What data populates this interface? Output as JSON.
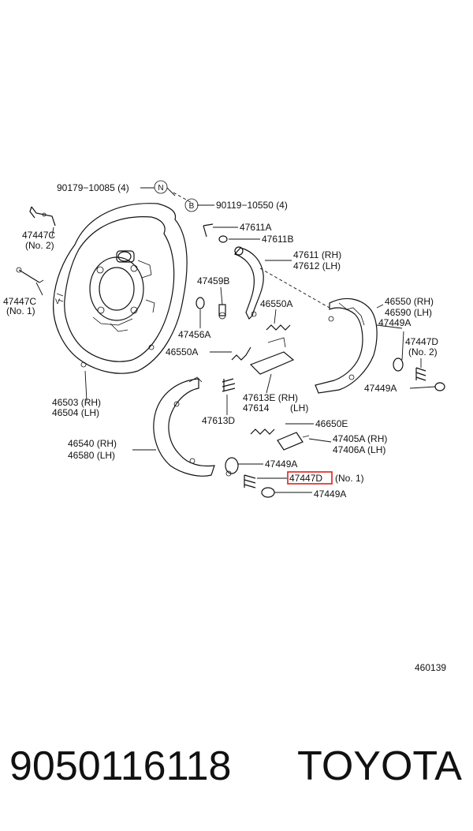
{
  "diagram": {
    "labels": {
      "bolt_90179": "90179−10085 (4)",
      "circle_N": "N",
      "circle_B": "B",
      "bolt_90119": "90119−10550 (4)",
      "l_47447C_no2": "47447C",
      "l_47447C_no2_sub": "(No. 2)",
      "l_47447C_no1": "47447C",
      "l_47447C_no1_sub": "(No. 1)",
      "l_47611A": "47611A",
      "l_47611B": "47611B",
      "l_47611": "47611 (RH)",
      "l_47612": "47612 (LH)",
      "l_47459B": "47459B",
      "l_46550A_1": "46550A",
      "l_47456A": "47456A",
      "l_46550A_2": "46550A",
      "l_46550": "46550 (RH)",
      "l_46590": "46590 (LH)",
      "l_47449A_1": "47449A",
      "l_47447D_no2": "47447D",
      "l_47447D_no2_sub": "(No. 2)",
      "l_47449A_2": "47449A",
      "l_46503": "46503 (RH)",
      "l_46504": "46504 (LH)",
      "l_47613E": "47613E (RH)",
      "l_47614": "47614",
      "l_47614_lh": "(LH)",
      "l_47613D": "47613D",
      "l_46650E": "46650E",
      "l_46540": "46540 (RH)",
      "l_46580": "46580 (LH)",
      "l_47405A": "47405A (RH)",
      "l_47406A": "47406A (LH)",
      "l_47449A_3": "47449A",
      "l_47447D_hl": "47447D",
      "l_47447D_hl_sub": "(No. 1)",
      "l_47449A_4": "47449A",
      "ref_number": "460139"
    },
    "highlight_color": "#e0201b"
  },
  "footer": {
    "part_number": "9050116118",
    "brand": "TOYOTA"
  }
}
